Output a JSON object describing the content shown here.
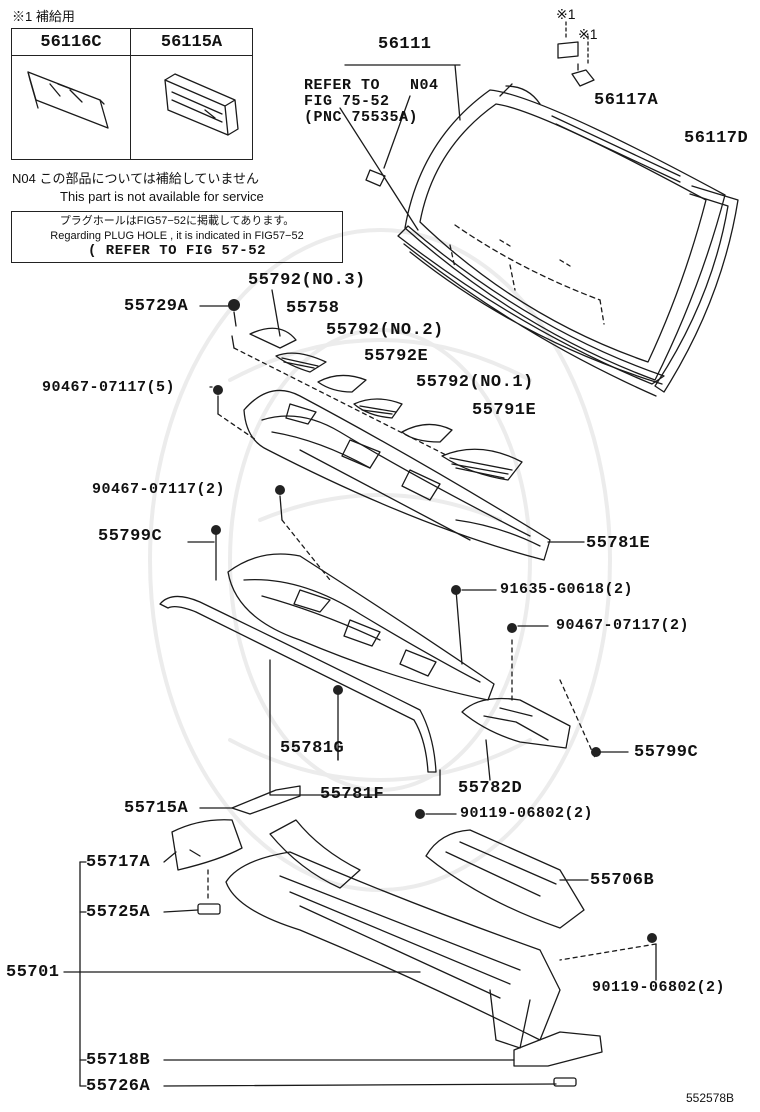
{
  "inset": {
    "title": "※1 補給用",
    "left_part": "56116C",
    "right_part": "56115A"
  },
  "top_marks": {
    "mark_a": "※1",
    "mark_b": "※1"
  },
  "windshield": {
    "part_main": "56111",
    "refer_line1": "REFER TO",
    "refer_code": "N04",
    "refer_line2": "FIG 75-52",
    "refer_line3": "(PNC 75535A)",
    "molding_top": "56117A",
    "molding_side": "56117D"
  },
  "notes": {
    "n04_jp": "N04  この部品については補給していません",
    "n04_en": "This part is not available for service",
    "plug_jp": "プラグホールはFIG57−52に掲載してあります。",
    "plug_en": "Regarding PLUG HOLE , it is indicated in FIG57−52",
    "plug_ref": "( REFER TO FIG 57-52"
  },
  "labels": {
    "p55729A": "55729A",
    "p55792_no3": "55792(NO.3)",
    "p55758": "55758",
    "p55792_no2": "55792(NO.2)",
    "p55792E": "55792E",
    "p55792_no1": "55792(NO.1)",
    "p55791E": "55791E",
    "p90467_5": "90467-07117(5)",
    "p90467_2a": "90467-07117(2)",
    "p55799C_a": "55799C",
    "p55781E": "55781E",
    "p91635": "91635-G0618(2)",
    "p90467_2b": "90467-07117(2)",
    "p55781G": "55781G",
    "p55799C_b": "55799C",
    "p55782D": "55782D",
    "p55781F": "55781F",
    "p55715A": "55715A",
    "p90119_a": "90119-06802(2)",
    "p55717A": "55717A",
    "p55706B": "55706B",
    "p55725A": "55725A",
    "p55701": "55701",
    "p90119_b": "90119-06802(2)",
    "p55718B": "55718B",
    "p55726A": "55726A"
  },
  "figure_code": "552578B"
}
